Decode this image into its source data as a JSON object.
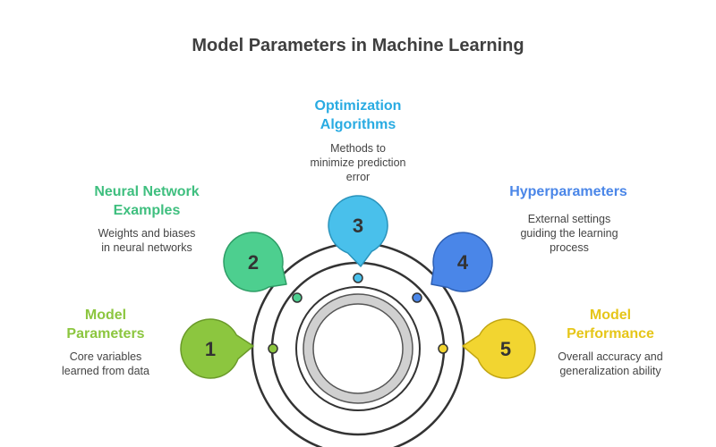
{
  "title": "Model Parameters in Machine Learning",
  "colors": {
    "ring_outline": "#333333",
    "core_fill": "#d0d0d0",
    "core_stroke": "#555555",
    "text": "#444444"
  },
  "items": [
    {
      "number": "1",
      "heading_lines": [
        "Model",
        "Parameters"
      ],
      "desc_lines": [
        "Core variables",
        "learned from data"
      ],
      "color": "#8cc63f",
      "stroke": "#6a9a2a",
      "text_color": "#8cc63f"
    },
    {
      "number": "2",
      "heading_lines": [
        "Neural Network",
        "Examples"
      ],
      "desc_lines": [
        "Weights and biases",
        "in neural networks"
      ],
      "color": "#4dcf8f",
      "stroke": "#2e9d66",
      "text_color": "#3fbf7f"
    },
    {
      "number": "3",
      "heading_lines": [
        "Optimization",
        "Algorithms"
      ],
      "desc_lines": [
        "Methods to",
        "minimize prediction",
        "error"
      ],
      "color": "#49c0eb",
      "stroke": "#2a93bb",
      "text_color": "#29abe2"
    },
    {
      "number": "4",
      "heading_lines": [
        "Hyperparameters"
      ],
      "desc_lines": [
        "External settings",
        "guiding the learning",
        "process"
      ],
      "color": "#4a86e8",
      "stroke": "#2d5fb3",
      "text_color": "#4a86e8"
    },
    {
      "number": "5",
      "heading_lines": [
        "Model",
        "Performance"
      ],
      "desc_lines": [
        "Overall accuracy and",
        "generalization ability"
      ],
      "color": "#f2d530",
      "stroke": "#c2a612",
      "text_color": "#e6c619"
    }
  ]
}
